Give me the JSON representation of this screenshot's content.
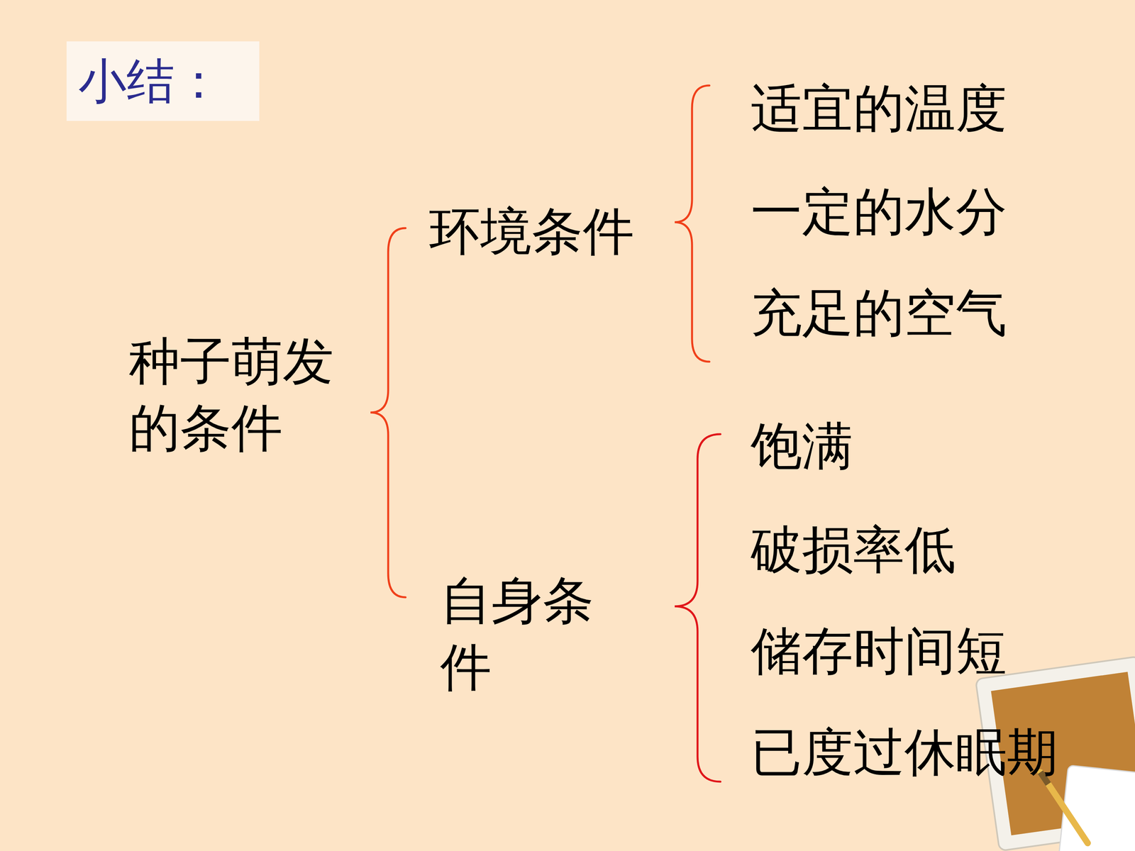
{
  "diagram": {
    "title": "小结：",
    "labels": [
      "种子萌发的条件",
      "环境条件",
      "适宜的温度",
      "一定的水分",
      "充足的空气",
      "自身条件",
      "饱满",
      "破损率低",
      "储存时间短",
      "已度过休眠期"
    ]
  }
}
